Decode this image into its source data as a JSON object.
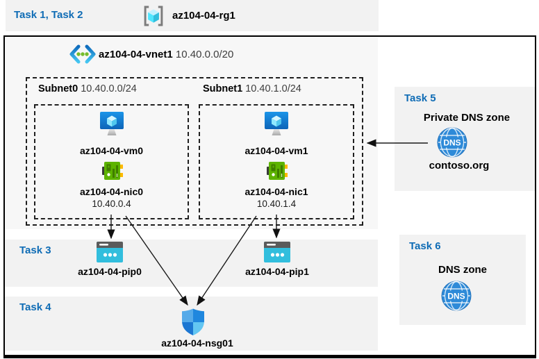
{
  "colors": {
    "accent_blue": "#0F6CB5",
    "band_gray": "#F2F2F2",
    "vnet_gray": "#F7F7F7",
    "pip_cyan": "#32BEDD",
    "nic_green": "#5DB300",
    "vm_blue": "#1489DE",
    "dns_blue": "#2E8AD8",
    "arrow_black": "#1a1a1a"
  },
  "header": {
    "task_label": "Task 1, Task 2",
    "resource_group": "az104-04-rg1",
    "icon": "resource-group"
  },
  "vnet": {
    "icon": "virtual-network",
    "name": "az104-04-vnet1",
    "cidr": "10.40.0.0/20",
    "subnets": [
      {
        "name": "Subnet0",
        "cidr": "10.40.0.0/24",
        "vm": "az104-04-vm0",
        "nic": "az104-04-nic0",
        "ip": "10.40.0.4",
        "vm_icon": "virtual-machine",
        "nic_icon": "network-interface"
      },
      {
        "name": "Subnet1",
        "cidr": "10.40.1.0/24",
        "vm": "az104-04-vm1",
        "nic": "az104-04-nic1",
        "ip": "10.40.1.4",
        "vm_icon": "virtual-machine",
        "nic_icon": "network-interface"
      }
    ]
  },
  "task3": {
    "label": "Task 3",
    "pips": [
      "az104-04-pip0",
      "az104-04-pip1"
    ],
    "pip_icon": "public-ip-address"
  },
  "task4": {
    "label": "Task 4",
    "nsg": "az104-04-nsg01",
    "nsg_icon": "network-security-group"
  },
  "task5": {
    "label": "Task 5",
    "title": "Private DNS zone",
    "zone_name": "contoso.org",
    "icon": "dns-zone"
  },
  "task6": {
    "label": "Task 6",
    "title": "DNS zone",
    "icon": "dns-zone"
  },
  "icons": {
    "dns_text": "DNS"
  }
}
